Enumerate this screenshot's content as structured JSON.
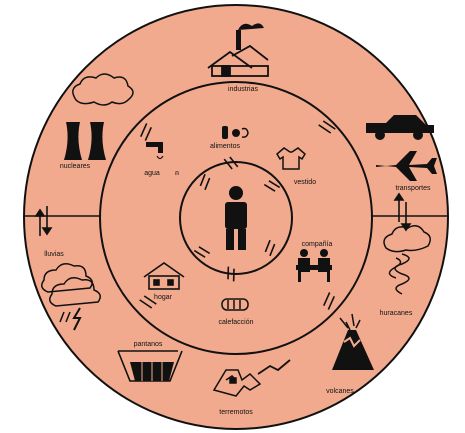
{
  "colors": {
    "disc": "#f2aa8e",
    "ink": "#111111",
    "background": "#ffffff"
  },
  "inner_labels": {
    "alimentos": "alimentos",
    "vestido": "vestido",
    "agua": "agua",
    "compania": "compañía",
    "hogar": "hogar",
    "calefaccion": "calefacción"
  },
  "outer_labels": {
    "industrias": "industrias",
    "nucleares": "nucleares",
    "transportes": "transportes",
    "lluvias": "lluvias",
    "huracanes": "huracanes",
    "pantanos": "pantanos",
    "volcanes": "volcanes",
    "terremotos": "terremotos"
  },
  "icons": {
    "center": "person-icon",
    "alimentos": "food-icon",
    "vestido": "shirt-icon",
    "agua": "faucet-icon",
    "compania": "people-icon",
    "hogar": "house-icon",
    "calefaccion": "radiator-icon",
    "industrias": "factory-icon",
    "nucleares": "cooling-tower-icon",
    "transportes": "car-plane-icon",
    "lluvias": "storm-cloud-icon",
    "huracanes": "hurricane-icon",
    "pantanos": "dam-icon",
    "volcanes": "volcano-icon",
    "terremotos": "earthquake-icon",
    "flows": "double-arrow-icon",
    "breaks": "broken-link-icon"
  }
}
